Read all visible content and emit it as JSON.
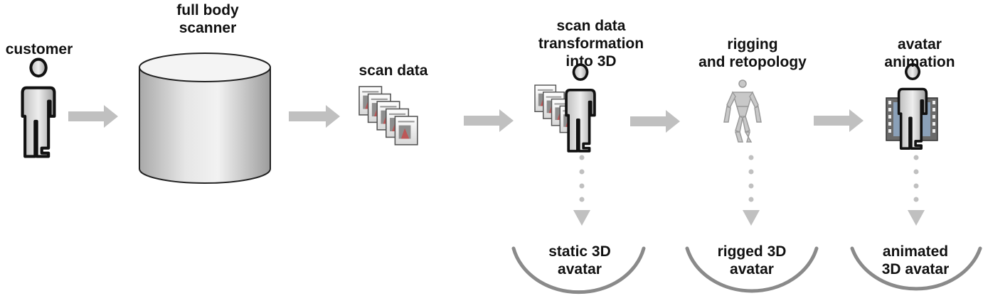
{
  "steps": {
    "customer": {
      "label": "customer"
    },
    "scanner": {
      "line1": "full body",
      "line2": "scanner"
    },
    "scan_data": {
      "label": "scan data"
    },
    "transform": {
      "line1": "scan data",
      "line2": "transformation",
      "line3": "into 3D"
    },
    "rigging": {
      "line1": "rigging",
      "line2": "and retopology"
    },
    "animation": {
      "line1": "avatar",
      "line2": "animation"
    }
  },
  "outputs": {
    "static": {
      "line1": "static 3D",
      "line2": "avatar"
    },
    "rigged": {
      "line1": "rigged 3D",
      "line2": "avatar"
    },
    "animated": {
      "line1": "animated",
      "line2": "3D avatar"
    }
  },
  "colors": {
    "arrow": "#c0c0c0",
    "bowl": "#8a8a8a",
    "text": "#111111"
  }
}
